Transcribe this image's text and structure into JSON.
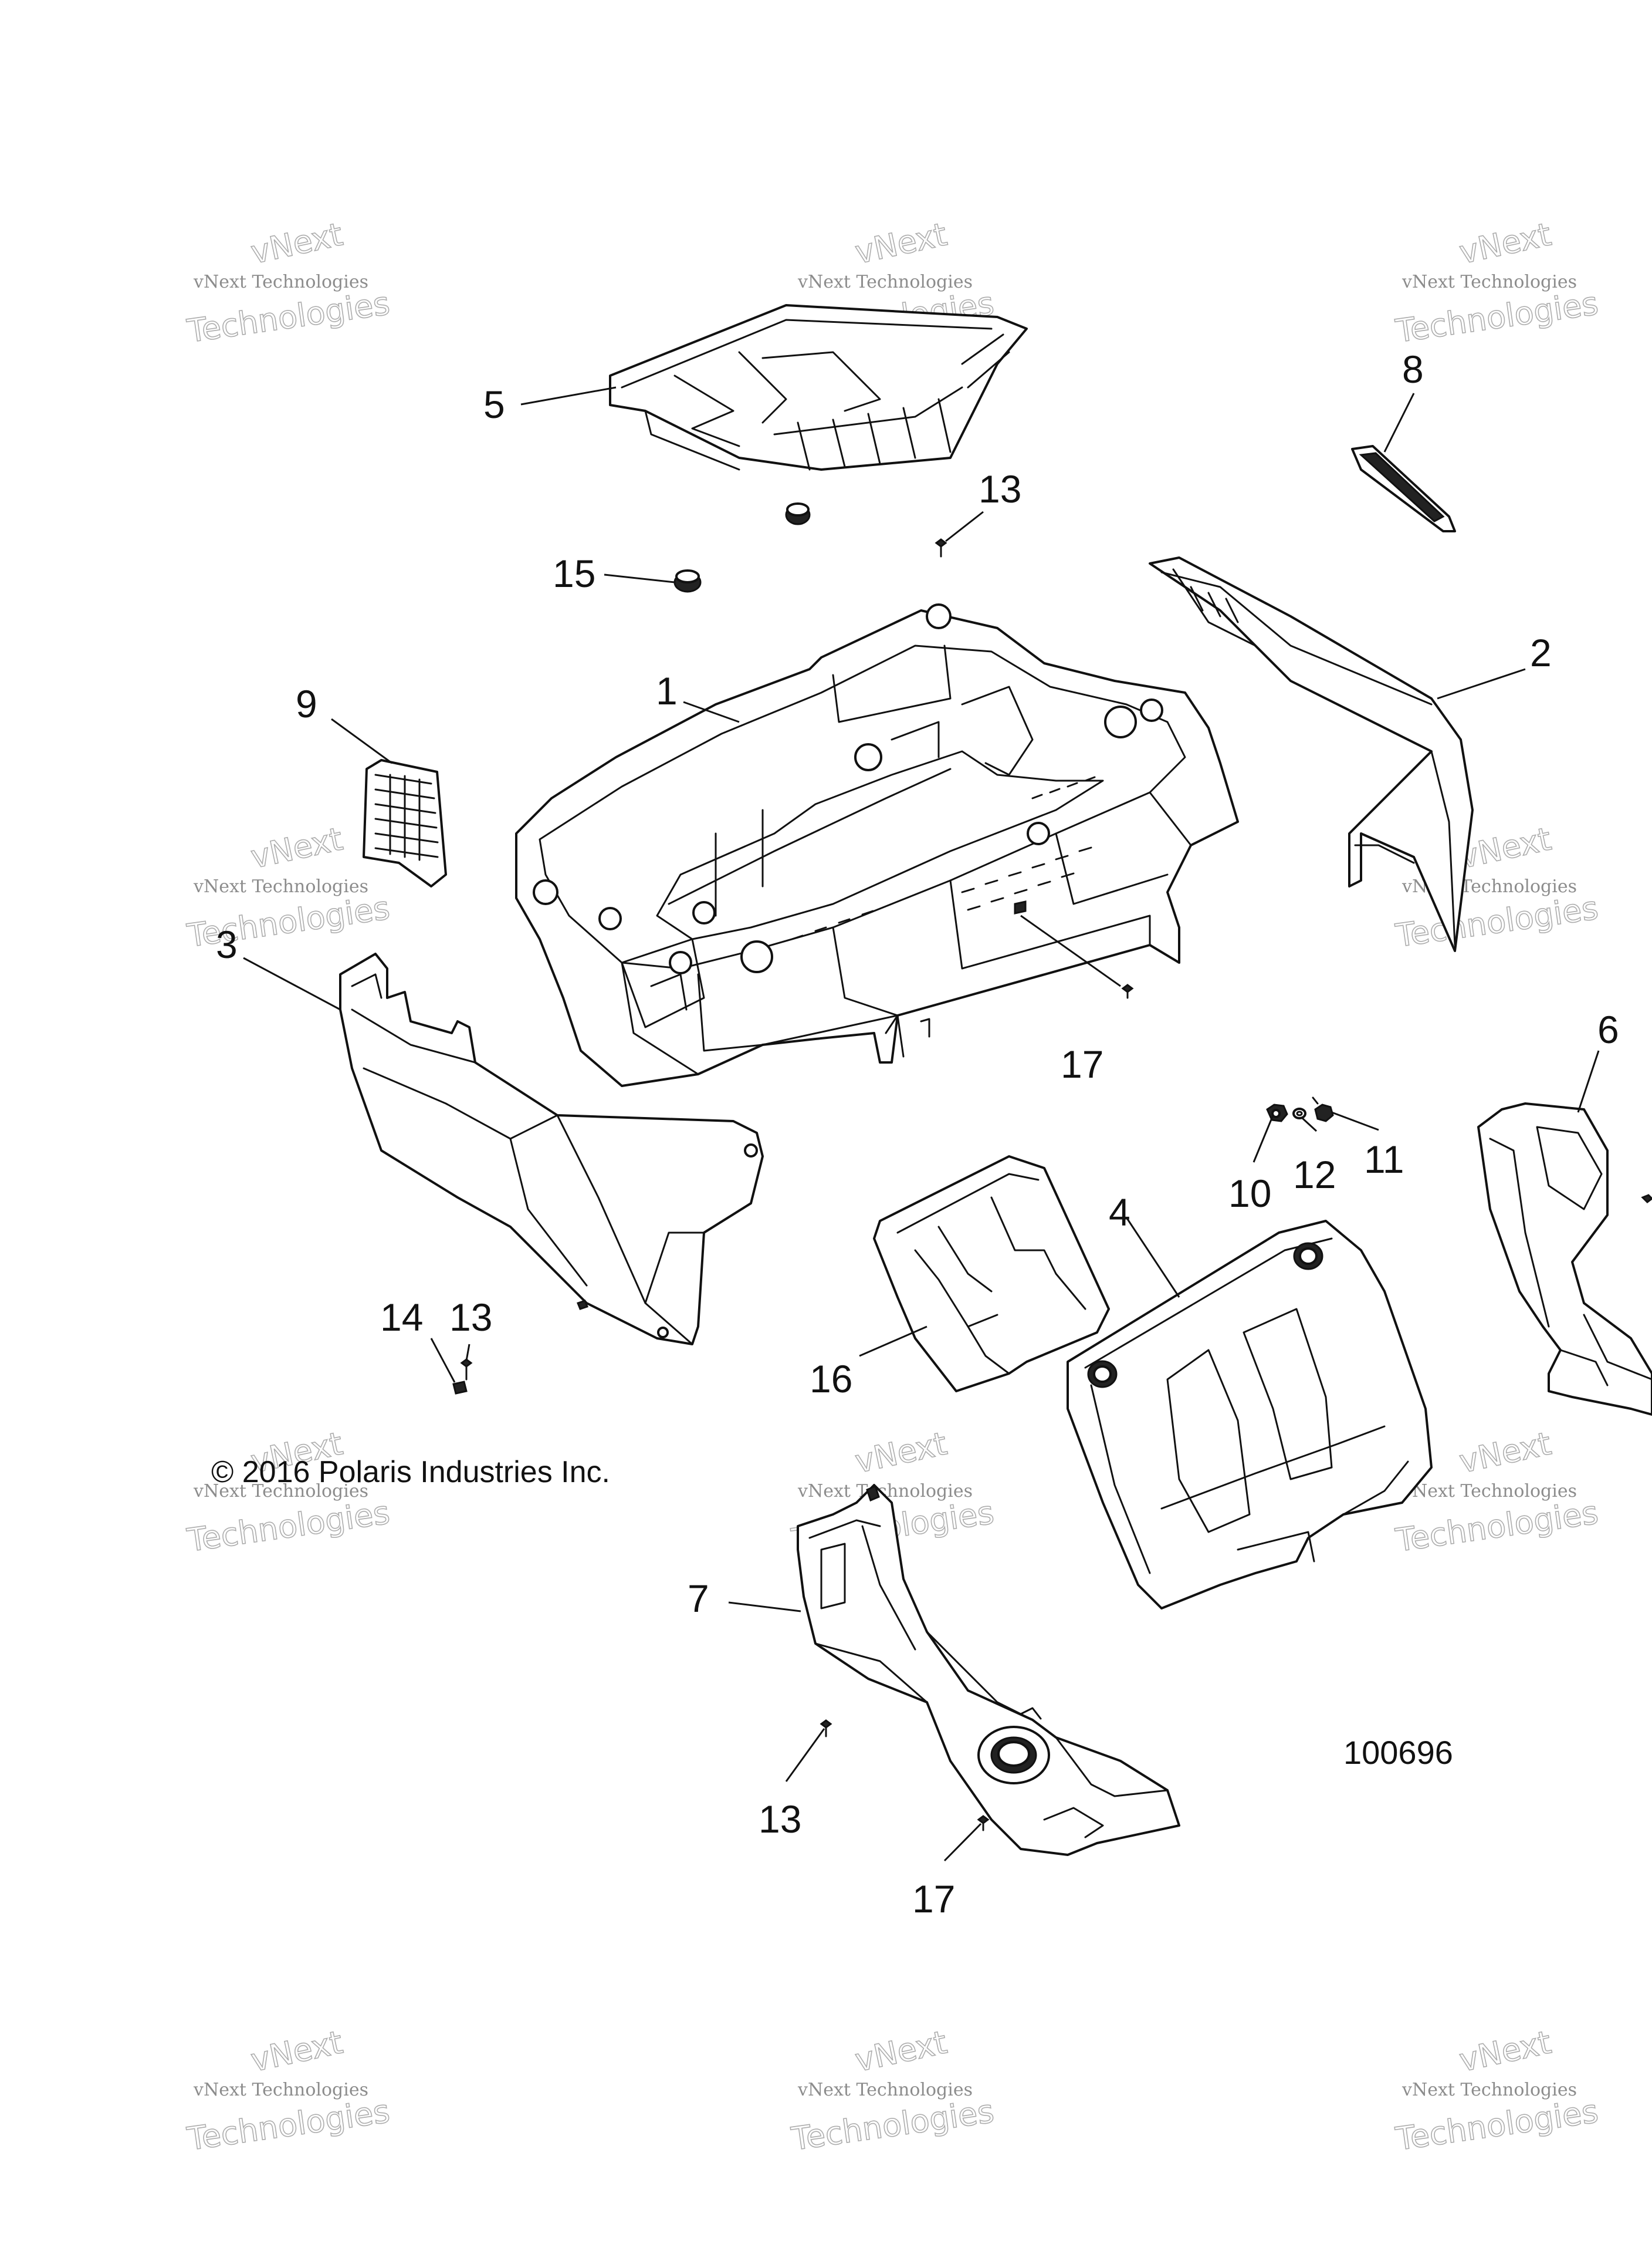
{
  "callouts": [
    {
      "id": "1",
      "label": "1"
    },
    {
      "id": "2",
      "label": "2"
    },
    {
      "id": "3",
      "label": "3"
    },
    {
      "id": "4",
      "label": "4"
    },
    {
      "id": "5",
      "label": "5"
    },
    {
      "id": "6",
      "label": "6"
    },
    {
      "id": "7",
      "label": "7"
    },
    {
      "id": "8",
      "label": "8"
    },
    {
      "id": "9",
      "label": "9"
    },
    {
      "id": "10",
      "label": "10"
    },
    {
      "id": "11",
      "label": "11"
    },
    {
      "id": "12",
      "label": "12"
    },
    {
      "id": "13a",
      "label": "13"
    },
    {
      "id": "13b",
      "label": "13"
    },
    {
      "id": "13c",
      "label": "13"
    },
    {
      "id": "14",
      "label": "14"
    },
    {
      "id": "15",
      "label": "15"
    },
    {
      "id": "16",
      "label": "16"
    },
    {
      "id": "17a",
      "label": "17"
    },
    {
      "id": "17b",
      "label": "17"
    }
  ],
  "copyright": "© 2016 Polaris Industries Inc.",
  "figure_number": "100696",
  "watermark": {
    "line1": "vNext Technologies",
    "line2": "vNext",
    "line3": "Technologies"
  },
  "colors": {
    "line": "#111111",
    "background": "#ffffff",
    "watermark": "#999999"
  }
}
